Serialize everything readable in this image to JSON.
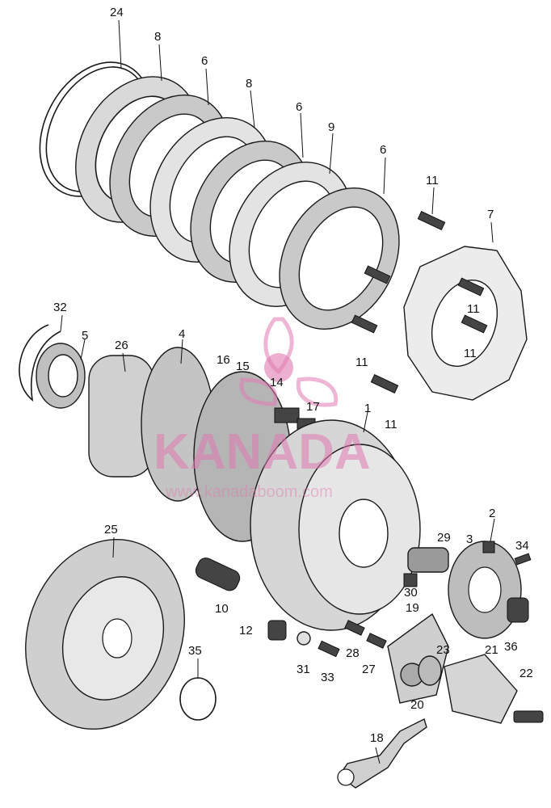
{
  "watermark": {
    "brand": "KANADA",
    "subtitle": "www.kanadaboom.com",
    "accent": "#e07ab0"
  },
  "labels": [
    {
      "id": "p24a",
      "text": "24"
    },
    {
      "id": "p8a",
      "text": "8"
    },
    {
      "id": "p6a",
      "text": "6"
    },
    {
      "id": "p8b",
      "text": "8"
    },
    {
      "id": "p6b",
      "text": "6"
    },
    {
      "id": "p9",
      "text": "9"
    },
    {
      "id": "p6c",
      "text": "6"
    },
    {
      "id": "p11a",
      "text": "11"
    },
    {
      "id": "p7",
      "text": "7"
    },
    {
      "id": "p11b",
      "text": "11"
    },
    {
      "id": "p11c",
      "text": "11"
    },
    {
      "id": "p11d",
      "text": "11"
    },
    {
      "id": "p11e",
      "text": "11"
    },
    {
      "id": "p32",
      "text": "32"
    },
    {
      "id": "p5",
      "text": "5"
    },
    {
      "id": "p26",
      "text": "26"
    },
    {
      "id": "p4",
      "text": "4"
    },
    {
      "id": "p16",
      "text": "16"
    },
    {
      "id": "p15",
      "text": "15"
    },
    {
      "id": "p14",
      "text": "14"
    },
    {
      "id": "p17",
      "text": "17"
    },
    {
      "id": "p1",
      "text": "1"
    },
    {
      "id": "p2",
      "text": "2"
    },
    {
      "id": "p3",
      "text": "3"
    },
    {
      "id": "p34",
      "text": "34"
    },
    {
      "id": "p29",
      "text": "29"
    },
    {
      "id": "p25",
      "text": "25"
    },
    {
      "id": "p10",
      "text": "10"
    },
    {
      "id": "p30",
      "text": "30"
    },
    {
      "id": "p19",
      "text": "19"
    },
    {
      "id": "p36",
      "text": "36"
    },
    {
      "id": "p12",
      "text": "12"
    },
    {
      "id": "p28",
      "text": "28"
    },
    {
      "id": "p27",
      "text": "27"
    },
    {
      "id": "p23",
      "text": "23"
    },
    {
      "id": "p21",
      "text": "21"
    },
    {
      "id": "p35",
      "text": "35"
    },
    {
      "id": "p31",
      "text": "31"
    },
    {
      "id": "p33",
      "text": "33"
    },
    {
      "id": "p22",
      "text": "22"
    },
    {
      "id": "p20",
      "text": "20"
    },
    {
      "id": "p18",
      "text": "18"
    }
  ]
}
